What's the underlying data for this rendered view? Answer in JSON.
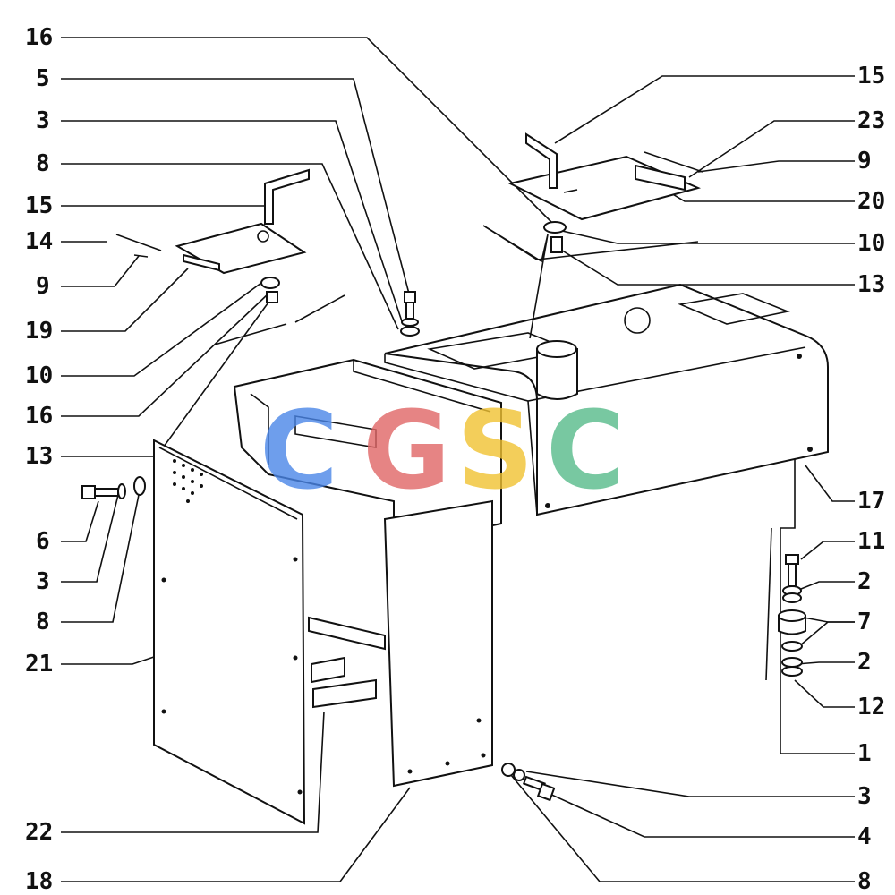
{
  "diagram": {
    "callouts_left": [
      "16",
      "5",
      "3",
      "8",
      "15",
      "14",
      "9",
      "19",
      "10",
      "16",
      "13",
      "6",
      "3",
      "8",
      "21",
      "22",
      "18"
    ],
    "callouts_right": [
      "15",
      "23",
      "9",
      "20",
      "10",
      "13",
      "17",
      "11",
      "2",
      "7",
      "2",
      "12",
      "1",
      "3",
      "4",
      "8"
    ]
  },
  "watermark": {
    "letters": [
      "C",
      "G",
      "S",
      "C"
    ],
    "colors": [
      "#4a86e8",
      "#e06666",
      "#f1c232",
      "#57bb8a"
    ]
  }
}
